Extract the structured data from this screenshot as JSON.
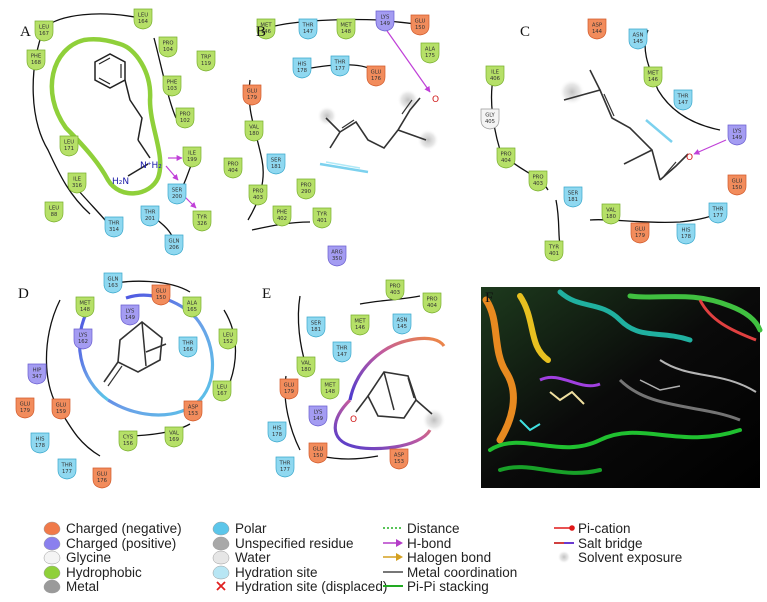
{
  "panels": [
    {
      "id": "A",
      "residues": [
        {
          "name": "LEU",
          "num": "167",
          "type": "hydrophobic"
        },
        {
          "name": "LEU",
          "num": "164",
          "type": "hydrophobic"
        },
        {
          "name": "PHE",
          "num": "168",
          "type": "hydrophobic"
        },
        {
          "name": "PRO",
          "num": "104",
          "type": "hydrophobic"
        },
        {
          "name": "TRP",
          "num": "119",
          "type": "hydrophobic"
        },
        {
          "name": "PHE",
          "num": "103",
          "type": "hydrophobic"
        },
        {
          "name": "PRO",
          "num": "102",
          "type": "hydrophobic"
        },
        {
          "name": "LEU",
          "num": "171",
          "type": "hydrophobic"
        },
        {
          "name": "ILE",
          "num": "199",
          "type": "hydrophobic"
        },
        {
          "name": "ILE",
          "num": "316",
          "type": "hydrophobic"
        },
        {
          "name": "SER",
          "num": "200",
          "type": "polar"
        },
        {
          "name": "LEU",
          "num": "88",
          "type": "hydrophobic"
        },
        {
          "name": "THR",
          "num": "201",
          "type": "polar"
        },
        {
          "name": "TYR",
          "num": "326",
          "type": "hydrophobic"
        },
        {
          "name": "THR",
          "num": "314",
          "type": "polar"
        },
        {
          "name": "GLN",
          "num": "206",
          "type": "polar"
        }
      ],
      "ligand_labels": {
        "amine": "H₂N",
        "ammonium": "N⁺H₂"
      }
    },
    {
      "id": "B",
      "residues": [
        {
          "name": "MET",
          "num": "146",
          "type": "hydrophobic"
        },
        {
          "name": "THR",
          "num": "147",
          "type": "polar"
        },
        {
          "name": "MET",
          "num": "148",
          "type": "hydrophobic"
        },
        {
          "name": "LYS",
          "num": "149",
          "type": "positive"
        },
        {
          "name": "GLU",
          "num": "150",
          "type": "negative"
        },
        {
          "name": "ALA",
          "num": "175",
          "type": "hydrophobic"
        },
        {
          "name": "HIS",
          "num": "178",
          "type": "polar"
        },
        {
          "name": "THR",
          "num": "177",
          "type": "polar"
        },
        {
          "name": "GLU",
          "num": "176",
          "type": "negative"
        },
        {
          "name": "GLU",
          "num": "179",
          "type": "negative"
        },
        {
          "name": "VAL",
          "num": "180",
          "type": "hydrophobic"
        },
        {
          "name": "SER",
          "num": "181",
          "type": "polar"
        },
        {
          "name": "PRO",
          "num": "404",
          "type": "hydrophobic"
        },
        {
          "name": "PRO",
          "num": "403",
          "type": "hydrophobic"
        },
        {
          "name": "PRO",
          "num": "290",
          "type": "hydrophobic"
        },
        {
          "name": "PHE",
          "num": "402",
          "type": "hydrophobic"
        },
        {
          "name": "TYR",
          "num": "401",
          "type": "hydrophobic"
        },
        {
          "name": "ARG",
          "num": "350",
          "type": "positive"
        }
      ],
      "ligand_labels": {
        "oxygen": "O"
      }
    },
    {
      "id": "C",
      "residues": [
        {
          "name": "ASP",
          "num": "144",
          "type": "negative"
        },
        {
          "name": "ASN",
          "num": "145",
          "type": "polar"
        },
        {
          "name": "MET",
          "num": "146",
          "type": "hydrophobic"
        },
        {
          "name": "ILE",
          "num": "406",
          "type": "hydrophobic"
        },
        {
          "name": "THR",
          "num": "147",
          "type": "polar"
        },
        {
          "name": "GLY",
          "num": "405",
          "type": "glycine"
        },
        {
          "name": "LYS",
          "num": "149",
          "type": "positive"
        },
        {
          "name": "PRO",
          "num": "404",
          "type": "hydrophobic"
        },
        {
          "name": "GLU",
          "num": "150",
          "type": "negative"
        },
        {
          "name": "PRO",
          "num": "403",
          "type": "hydrophobic"
        },
        {
          "name": "SER",
          "num": "181",
          "type": "polar"
        },
        {
          "name": "VAL",
          "num": "180",
          "type": "hydrophobic"
        },
        {
          "name": "GLU",
          "num": "179",
          "type": "negative"
        },
        {
          "name": "HIS",
          "num": "178",
          "type": "polar"
        },
        {
          "name": "THR",
          "num": "177",
          "type": "polar"
        },
        {
          "name": "TYR",
          "num": "401",
          "type": "hydrophobic"
        }
      ],
      "ligand_labels": {
        "oxygen": "O"
      }
    },
    {
      "id": "D",
      "residues": [
        {
          "name": "GLN",
          "num": "163",
          "type": "polar"
        },
        {
          "name": "GLU",
          "num": "150",
          "type": "negative"
        },
        {
          "name": "MET",
          "num": "148",
          "type": "hydrophobic"
        },
        {
          "name": "ALA",
          "num": "165",
          "type": "hydrophobic"
        },
        {
          "name": "LYS",
          "num": "149",
          "type": "positive"
        },
        {
          "name": "LYS",
          "num": "162",
          "type": "positive"
        },
        {
          "name": "THR",
          "num": "166",
          "type": "polar"
        },
        {
          "name": "LEU",
          "num": "152",
          "type": "hydrophobic"
        },
        {
          "name": "HIP",
          "num": "347",
          "type": "positive"
        },
        {
          "name": "LEU",
          "num": "167",
          "type": "hydrophobic"
        },
        {
          "name": "GLU",
          "num": "179",
          "type": "negative"
        },
        {
          "name": "GLU",
          "num": "159",
          "type": "negative"
        },
        {
          "name": "ASP",
          "num": "153",
          "type": "negative"
        },
        {
          "name": "VAL",
          "num": "169",
          "type": "hydrophobic"
        },
        {
          "name": "CYS",
          "num": "156",
          "type": "hydrophobic"
        },
        {
          "name": "HIS",
          "num": "178",
          "type": "polar"
        },
        {
          "name": "THR",
          "num": "177",
          "type": "polar"
        },
        {
          "name": "GLU",
          "num": "176",
          "type": "negative"
        }
      ],
      "ligand_labels": {}
    },
    {
      "id": "E",
      "residues": [
        {
          "name": "PRO",
          "num": "403",
          "type": "hydrophobic"
        },
        {
          "name": "PRO",
          "num": "404",
          "type": "hydrophobic"
        },
        {
          "name": "SER",
          "num": "181",
          "type": "polar"
        },
        {
          "name": "MET",
          "num": "146",
          "type": "hydrophobic"
        },
        {
          "name": "ASN",
          "num": "145",
          "type": "polar"
        },
        {
          "name": "THR",
          "num": "147",
          "type": "polar"
        },
        {
          "name": "VAL",
          "num": "180",
          "type": "hydrophobic"
        },
        {
          "name": "MET",
          "num": "148",
          "type": "hydrophobic"
        },
        {
          "name": "GLU",
          "num": "179",
          "type": "negative"
        },
        {
          "name": "LYS",
          "num": "149",
          "type": "positive"
        },
        {
          "name": "HIS",
          "num": "178",
          "type": "polar"
        },
        {
          "name": "GLU",
          "num": "150",
          "type": "negative"
        },
        {
          "name": "ASP",
          "num": "153",
          "type": "negative"
        },
        {
          "name": "THR",
          "num": "177",
          "type": "polar"
        }
      ],
      "ligand_labels": {
        "oxygen": "O"
      }
    },
    {
      "id": "F",
      "residues": [],
      "ligand_labels": {}
    }
  ],
  "legend": [
    {
      "key": "charged_negative",
      "label": "Charged (negative)",
      "symbol": "drop",
      "color": "#f07a4a"
    },
    {
      "key": "charged_positive",
      "label": "Charged (positive)",
      "symbol": "drop",
      "color": "#8a80ee"
    },
    {
      "key": "glycine",
      "label": "Glycine",
      "symbol": "drop",
      "color": "#f4f4f4"
    },
    {
      "key": "hydrophobic",
      "label": "Hydrophobic",
      "symbol": "drop",
      "color": "#8fd03a"
    },
    {
      "key": "metal",
      "label": "Metal",
      "symbol": "drop",
      "color": "#9a9a9a"
    },
    {
      "key": "polar",
      "label": "Polar",
      "symbol": "drop",
      "color": "#5cc6ea"
    },
    {
      "key": "unspecified",
      "label": "Unspecified residue",
      "symbol": "drop",
      "color": "#a8a8a8"
    },
    {
      "key": "water",
      "label": "Water",
      "symbol": "drop",
      "color": "#e6e6e6"
    },
    {
      "key": "hydration_site",
      "label": "Hydration site",
      "symbol": "drop",
      "color": "#b8e6f4"
    },
    {
      "key": "hydration_displaced",
      "label": "Hydration site (displaced)",
      "symbol": "cross",
      "color": "#e02020"
    },
    {
      "key": "distance",
      "label": "Distance",
      "symbol": "dotted",
      "color": "#20b020"
    },
    {
      "key": "hbond",
      "label": "H-bond",
      "symbol": "arrow",
      "color": "#b43cc8"
    },
    {
      "key": "halogen_bond",
      "label": "Halogen bond",
      "symbol": "arrow",
      "color": "#d4a020"
    },
    {
      "key": "metal_coordination",
      "label": "Metal coordination",
      "symbol": "line",
      "color": "#777777"
    },
    {
      "key": "pipi",
      "label": "Pi-Pi stacking",
      "symbol": "line",
      "color": "#22aa22"
    },
    {
      "key": "pication",
      "label": "Pi-cation",
      "symbol": "pidot",
      "color": "#e01818"
    },
    {
      "key": "salt_bridge",
      "label": "Salt bridge",
      "symbol": "twocolor",
      "color": "#6a3ad0"
    },
    {
      "key": "solvent_exposure",
      "label": "Solvent exposure",
      "symbol": "halo",
      "color": "#c8c8c8"
    }
  ]
}
